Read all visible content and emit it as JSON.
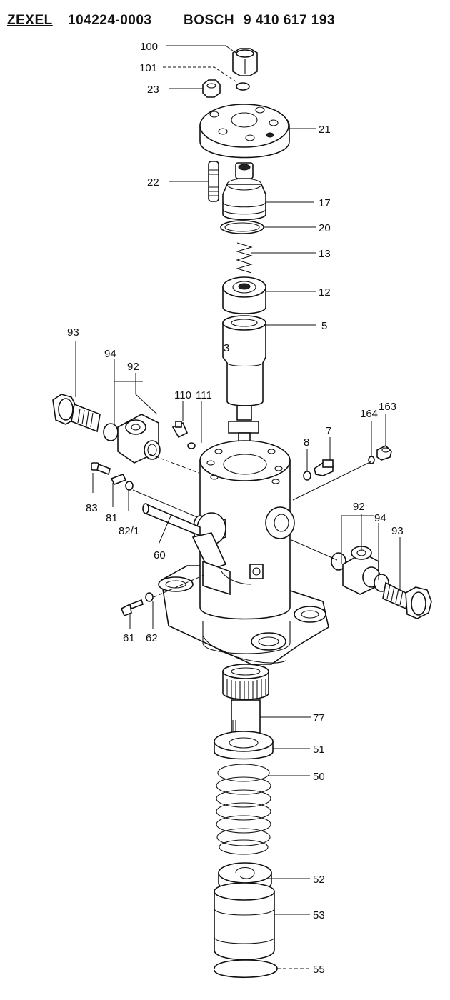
{
  "header": {
    "brand1": "ZEXEL",
    "number1": "104224-0003",
    "brand2": "BOSCH",
    "number2": "9 410 617 193"
  },
  "labels": {
    "p100": "100",
    "p101": "101",
    "p23": "23",
    "p21": "21",
    "p22": "22",
    "p17": "17",
    "p20": "20",
    "p13": "13",
    "p12": "12",
    "p5": "5",
    "p93_left": "93",
    "p94_left": "94",
    "p92_left": "92",
    "p110": "110",
    "p111": "111",
    "p8": "8",
    "p7": "7",
    "p164": "164",
    "p163": "163",
    "p83": "83",
    "p81": "81",
    "p82_1": "82/1",
    "p60": "60",
    "p92_right": "92",
    "p94_right": "94",
    "p93_right": "93",
    "p61": "61",
    "p62": "62",
    "p77": "77",
    "p51": "51",
    "p50": "50",
    "p52": "52",
    "p53": "53",
    "p55": "55"
  }
}
